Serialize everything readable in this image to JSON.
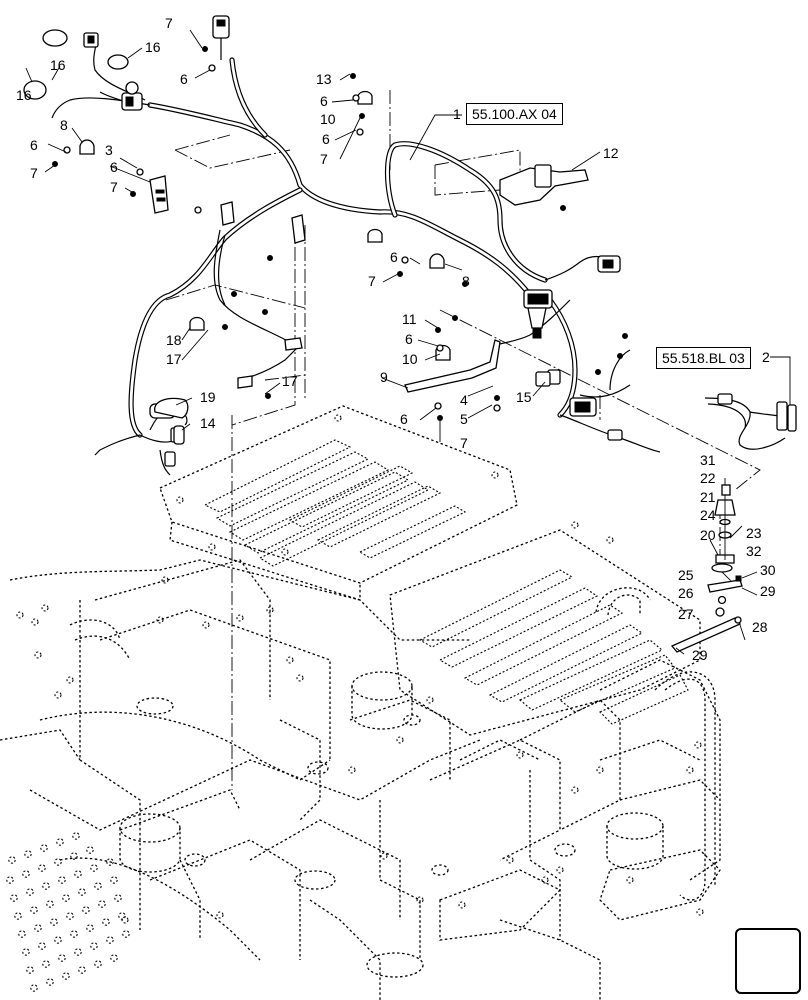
{
  "references": {
    "ref_1": "55.100.AX 04",
    "ref_2": "55.518.BL 03"
  },
  "callouts": {
    "c1": "1",
    "c2": "2",
    "c3": "3",
    "c4": "4",
    "c5": "5",
    "c6": "6",
    "c7": "7",
    "c8": "8",
    "c9": "9",
    "c10": "10",
    "c11": "11",
    "c12": "12",
    "c13": "13",
    "c14": "14",
    "c15": "15",
    "c16": "16",
    "c17": "17",
    "c18": "18",
    "c19": "19",
    "c20": "20",
    "c21": "21",
    "c22": "22",
    "c23": "23",
    "c24": "24",
    "c25": "25",
    "c26": "26",
    "c27": "27",
    "c28": "28",
    "c29": "29",
    "c30": "30",
    "c31": "31",
    "c32": "32"
  },
  "navigation": {
    "icon": "next-page-arrow-icon"
  },
  "colors": {
    "line": "#000000",
    "background": "#ffffff"
  }
}
